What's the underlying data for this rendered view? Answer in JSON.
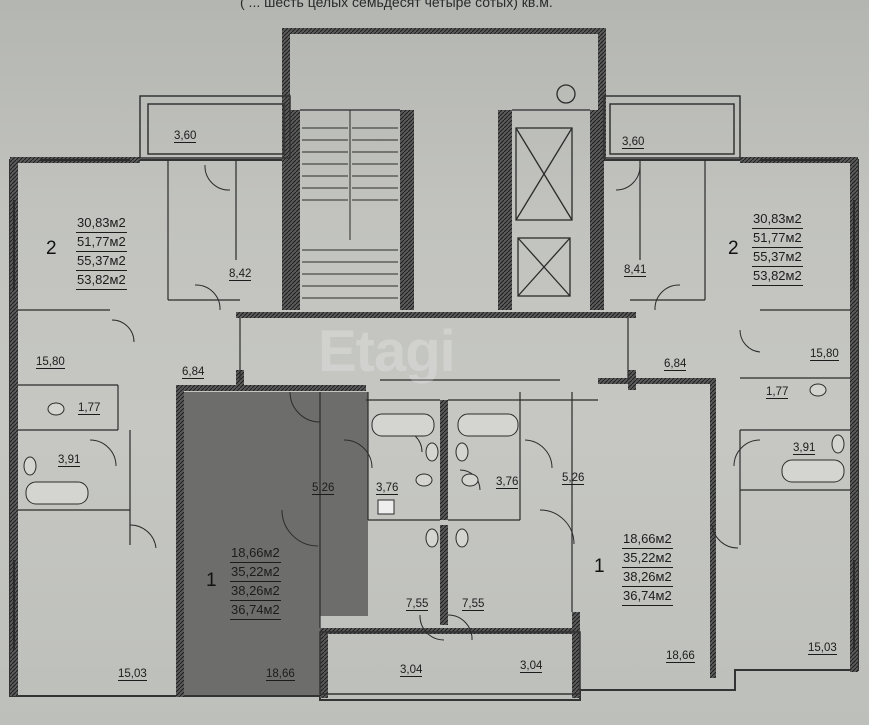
{
  "header": {
    "text": "( ... шесть целых семьдесят четыре сотых) кв.м."
  },
  "watermark": "Etagi",
  "apartments": [
    {
      "id": "left-2",
      "rooms": "2",
      "areas": [
        "30,83м2",
        "51,77м2",
        "55,37м2",
        "53,82м2"
      ]
    },
    {
      "id": "right-2",
      "rooms": "2",
      "areas": [
        "30,83м2",
        "51,77м2",
        "55,37м2",
        "53,82м2"
      ]
    },
    {
      "id": "center-left-1",
      "rooms": "1",
      "areas": [
        "18,66м2",
        "35,22м2",
        "38,26м2",
        "36,74м2"
      ]
    },
    {
      "id": "center-right-1",
      "rooms": "1",
      "areas": [
        "18,66м2",
        "35,22м2",
        "38,26м2",
        "36,74м2"
      ]
    }
  ],
  "room_labels": {
    "balcony_left": "3,60",
    "balcony_right": "3,60",
    "hall_left": "8,42",
    "hall_right": "8,41",
    "living_left": "15,80",
    "living_right": "15,80",
    "corr_left": "6,84",
    "corr_right": "6,84",
    "wc_left": "1,77",
    "wc_right": "1,77",
    "bath_left": "3,91",
    "bath_right": "3,91",
    "hall_center_left": "5,26",
    "hall_center_right": "5,26",
    "bath_center_left": "3,76",
    "bath_center_right": "3,76",
    "kitchen_center_left": "7,55",
    "kitchen_center_right": "7,55",
    "room_center_left": "18,66",
    "room_center_right": "18,66",
    "bedroom_left": "15,03",
    "bedroom_right": "15,03",
    "loggia_left": "3,04",
    "loggia_right": "3,04"
  },
  "colors": {
    "wall": "#3a3a3a",
    "line": "#2b2b2b",
    "highlight": "#6d6e6c",
    "paper": "#c4c5c1"
  }
}
